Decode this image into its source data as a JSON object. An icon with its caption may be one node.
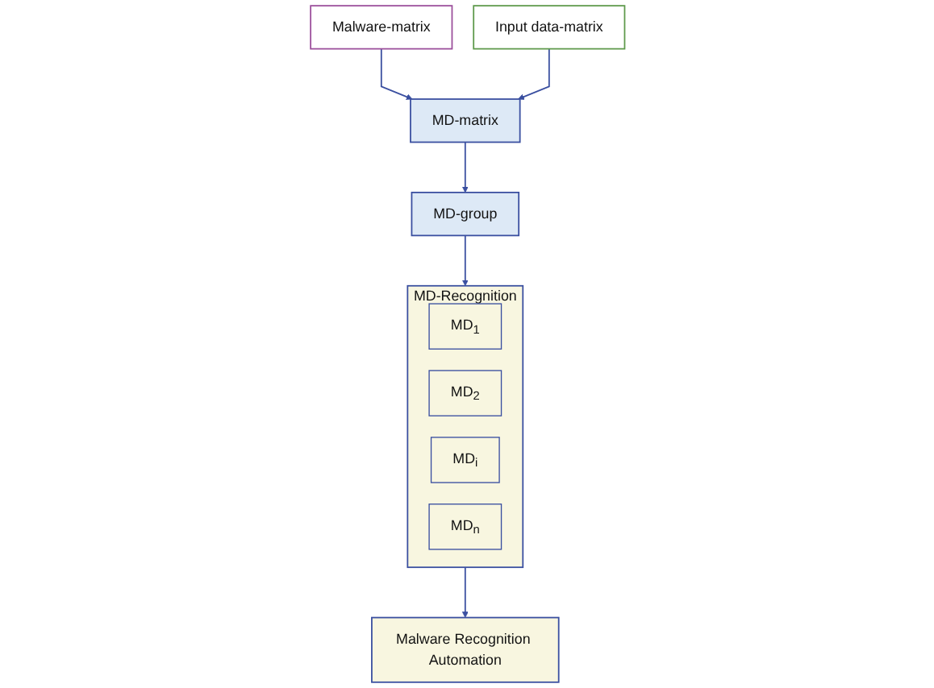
{
  "diagram": {
    "nodes": [
      {
        "text": [
          "Malware-matrix"
        ]
      },
      {
        "text": [
          "Input data-matrix"
        ]
      },
      {
        "text": [
          "MD-matrix"
        ]
      },
      {
        "text": [
          "MD-group"
        ]
      },
      {
        "text": [
          "MD-Recognition"
        ]
      },
      {
        "text": [
          "MD$_{1}$"
        ],
        "in": 4
      },
      {
        "text": [
          "MD$_{2}$"
        ],
        "in": 4
      },
      {
        "text": [
          "MD$_{i}$"
        ],
        "in": 4
      },
      {
        "text": [
          "MD$_{n}$"
        ],
        "in": 4
      },
      {
        "text": [
          "Malware Recognition Automation"
        ]
      }
    ],
    "edges": [
      {
        "from": 0,
        "to": 2,
        "arrow": "to"
      },
      {
        "from": 1,
        "to": 2,
        "arrow": "to"
      },
      {
        "from": 2,
        "to": 3,
        "arrow": "to"
      },
      {
        "from": 3,
        "to": 4,
        "arrow": "to"
      },
      {
        "from": 4,
        "to": 9,
        "arrow": "to"
      }
    ]
  }
}
